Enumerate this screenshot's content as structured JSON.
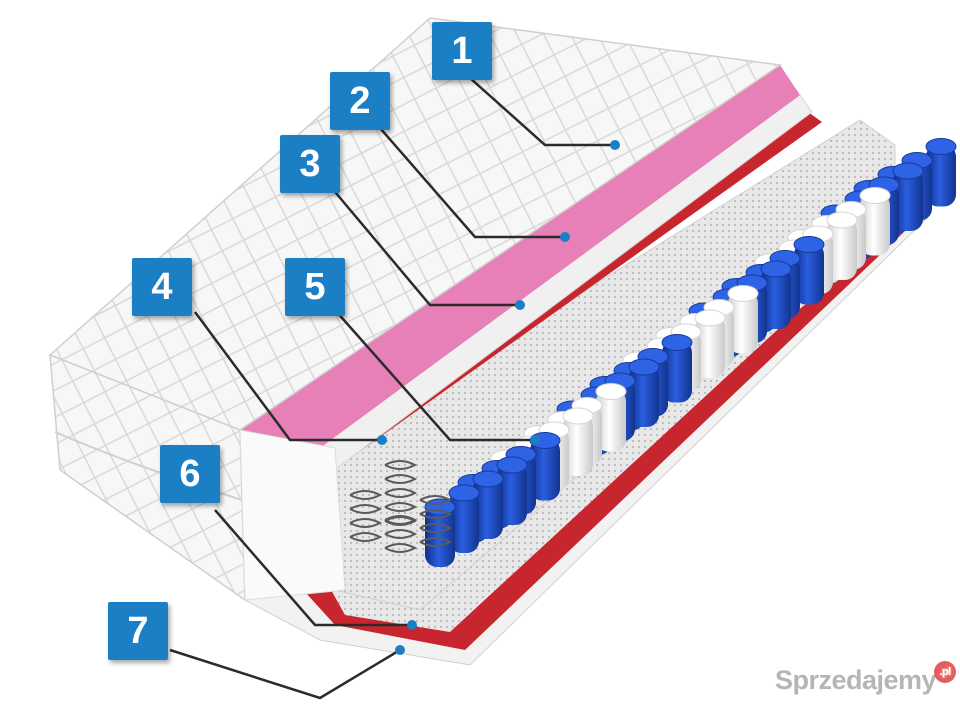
{
  "labels": [
    {
      "id": "1",
      "text": "1",
      "layer": "quilted-cover-top"
    },
    {
      "id": "2",
      "text": "2",
      "layer": "pink-foam-layer"
    },
    {
      "id": "3",
      "text": "3",
      "layer": "white-foam-layer"
    },
    {
      "id": "4",
      "text": "4",
      "layer": "red-felt-layer"
    },
    {
      "id": "5",
      "text": "5",
      "layer": "pocket-spring-core"
    },
    {
      "id": "6",
      "text": "6",
      "layer": "bottom-felt-layer"
    },
    {
      "id": "7",
      "text": "7",
      "layer": "quilted-cover-bottom"
    }
  ],
  "watermark": {
    "name": "Sprzedajemy",
    "tld": ".pl"
  },
  "colors": {
    "badge": "#1a7fc4",
    "pink_foam": "#e880b8",
    "felt_red": "#c8262e",
    "spring_blue": "#1f4fc8",
    "spring_white": "#f4f4f4",
    "cover": "#f6f6f6"
  }
}
